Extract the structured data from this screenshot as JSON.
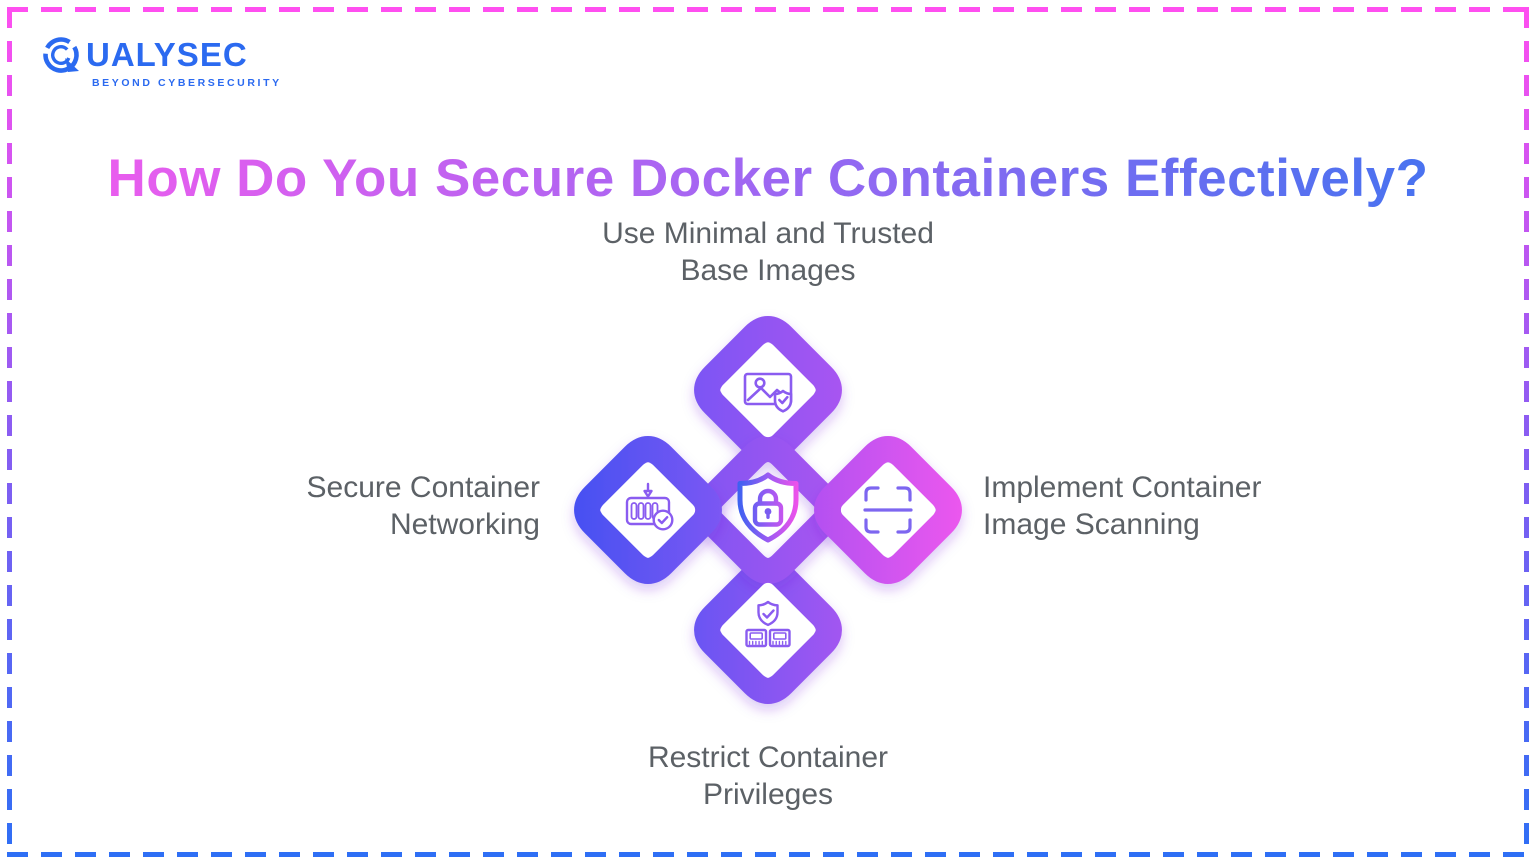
{
  "logo": {
    "brand": "QUALYSEC",
    "brand_rest": "UALYSEC",
    "tagline": "BEYOND CYBERSECURITY"
  },
  "title": "How Do You Secure Docker Containers Effectively?",
  "labels": {
    "top": {
      "line1": "Use Minimal and Trusted",
      "line2": "Base Images"
    },
    "left": {
      "line1": "Secure Container",
      "line2": "Networking"
    },
    "right": {
      "line1": "Implement Container",
      "line2": "Image Scanning"
    },
    "bottom": {
      "line1": "Restrict Container",
      "line2": "Privileges"
    }
  },
  "diagram": {
    "center_icon": "shield-lock-icon",
    "nodes": [
      {
        "position": "top",
        "icon": "image-shield-icon",
        "label": "Use Minimal and Trusted Base Images"
      },
      {
        "position": "left",
        "icon": "container-crane-icon",
        "label": "Secure Container Networking"
      },
      {
        "position": "right",
        "icon": "scan-frame-icon",
        "label": "Implement Container Image Scanning"
      },
      {
        "position": "bottom",
        "icon": "shield-check-containers-icon",
        "label": "Restrict Container Privileges"
      }
    ]
  },
  "colors": {
    "border_top_pink": "#ff4ff0",
    "border_bottom_blue": "#2e6ff5",
    "logo_blue": "#2b6af0",
    "label_gray": "#5c6166",
    "title_gradient": [
      "#ee5cee",
      "#a766f2",
      "#4a72f0"
    ],
    "petal_left": [
      "#4450f2",
      "#7e58f3"
    ],
    "petal_top": [
      "#7a55f4",
      "#aa55f1"
    ],
    "petal_right": [
      "#b150f1",
      "#ee58ee"
    ],
    "petal_bottom": [
      "#6754f3",
      "#a557f1"
    ],
    "icon_purple": "#8a5cf0"
  }
}
